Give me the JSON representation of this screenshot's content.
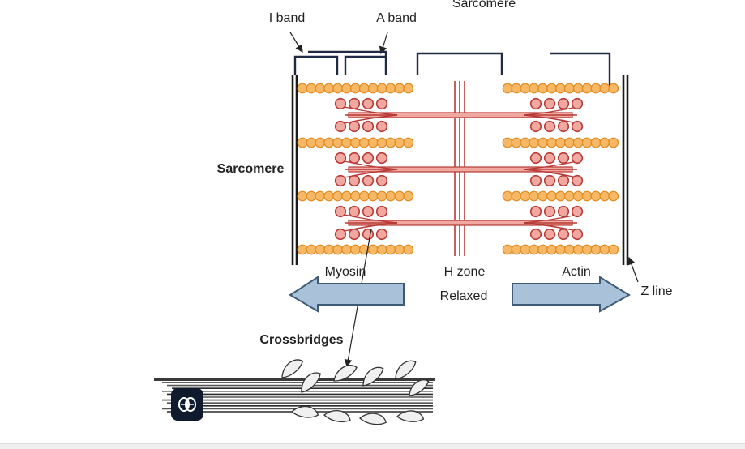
{
  "labels": {
    "sarcomere_top": "Sarcomere",
    "i_band": "I band",
    "a_band": "A band",
    "sarcomere_side": "Sarcomere",
    "myosin": "Myosin",
    "h_zone": "H zone",
    "actin": "Actin",
    "relaxed": "Relaxed",
    "z_line": "Z line",
    "crossbridges": "Crossbridges"
  },
  "colors": {
    "actin_bead": "#f7b866",
    "actin_bead_stroke": "#e08a22",
    "myosin_fill": "#f0a8a0",
    "myosin_stroke": "#b83a36",
    "arrow_fill": "#a9c2d9",
    "arrow_stroke": "#3e5a79",
    "badge_bg": "#0f1b2d"
  },
  "badge_icon": "brain-icon"
}
